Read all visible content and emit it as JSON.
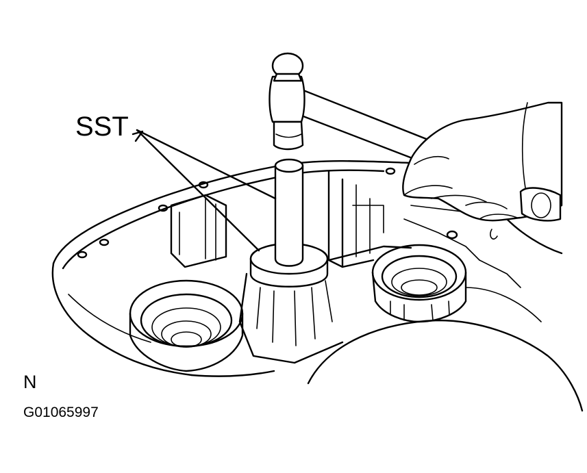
{
  "figure": {
    "callout_label": "SST",
    "view_marker": "N",
    "figure_code": "G01065997"
  },
  "colors": {
    "line": "#000000",
    "background": "#ffffff"
  },
  "icons": [
    "hammer-icon",
    "hand-icon",
    "special-service-tool-icon",
    "transaxle-case-icon"
  ]
}
